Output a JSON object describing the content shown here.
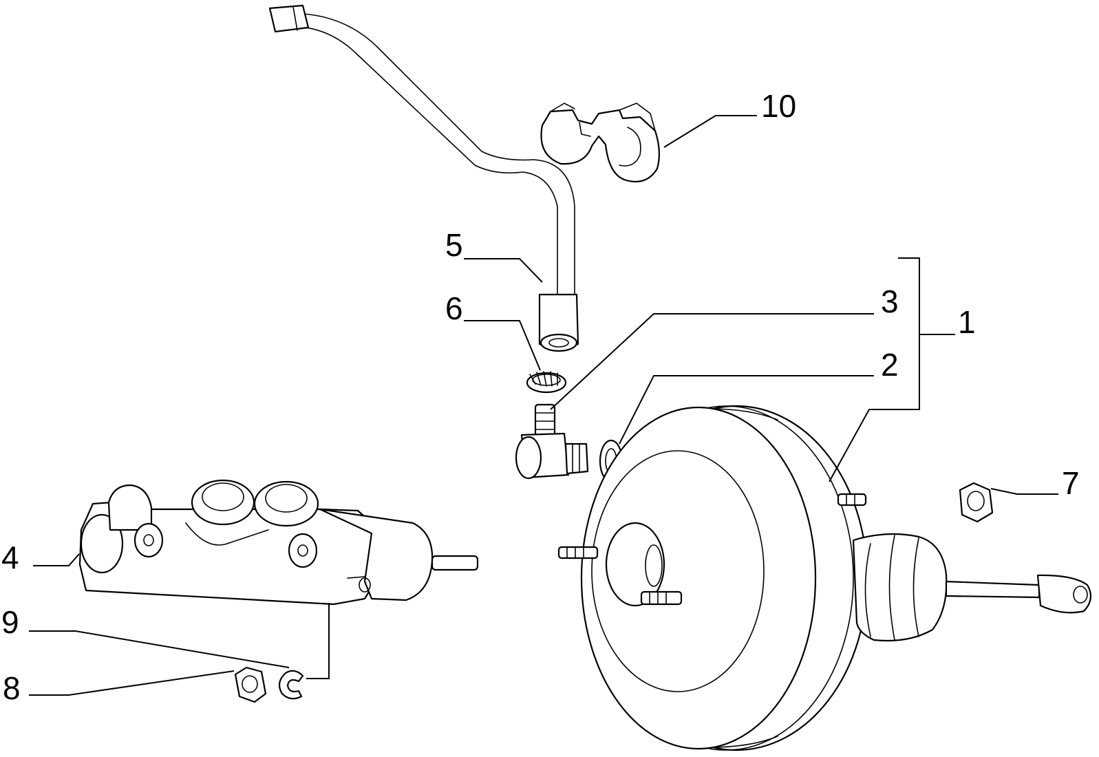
{
  "diagram": {
    "callouts": {
      "p1": "1",
      "p2": "2",
      "p3": "3",
      "p4": "4",
      "p5": "5",
      "p6": "6",
      "p7": "7",
      "p8": "8",
      "p9": "9",
      "p10": "10"
    },
    "parts": [
      "brake-servo",
      "seal-ring",
      "vacuum-union",
      "master-cylinder",
      "vacuum-hose",
      "hose-clamp",
      "nut",
      "nut",
      "retaining-clip",
      "hose-bracket"
    ],
    "colors": {
      "line": "#000000",
      "background": "#ffffff"
    }
  }
}
